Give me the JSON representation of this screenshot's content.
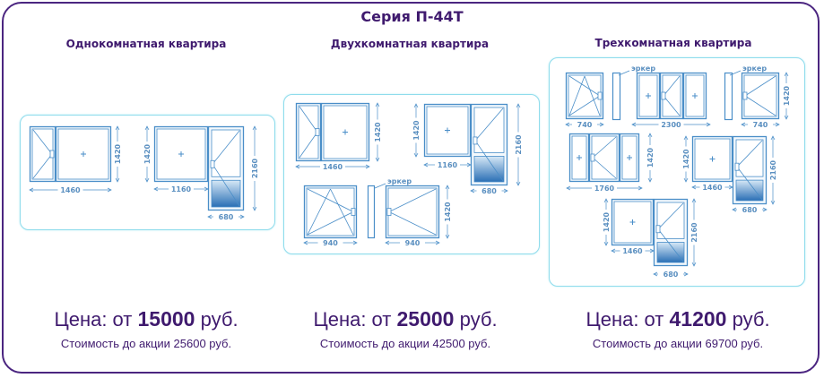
{
  "title": "Серия П-44Т",
  "erker_label": "эркер",
  "sections": [
    {
      "heading": "Однокомнатная квартира",
      "price_prefix": "Цена: от",
      "price": "15000",
      "price_suffix": "руб.",
      "old_price": "Стоимость до акции 25600 руб.",
      "dims": [
        "1460",
        "1420",
        "1160",
        "1420",
        "2160",
        "680"
      ]
    },
    {
      "heading": "Двухкомнатная квартира",
      "price_prefix": "Цена: от",
      "price": "25000",
      "price_suffix": "руб.",
      "old_price": "Стоимость до акции 42500 руб.",
      "dims": [
        "1460",
        "1420",
        "1420",
        "1160",
        "2160",
        "680",
        "940",
        "1420",
        "940"
      ]
    },
    {
      "heading": "Трехкомнатная квартира",
      "price_prefix": "Цена: от",
      "price": "41200",
      "price_suffix": "руб.",
      "old_price": "Стоимость до акции 69700 руб.",
      "dims": [
        "740",
        "2300",
        "1420",
        "740",
        "1420",
        "1760",
        "1420",
        "1460",
        "2160",
        "680",
        "1420",
        "1460",
        "2160",
        "680"
      ]
    }
  ]
}
